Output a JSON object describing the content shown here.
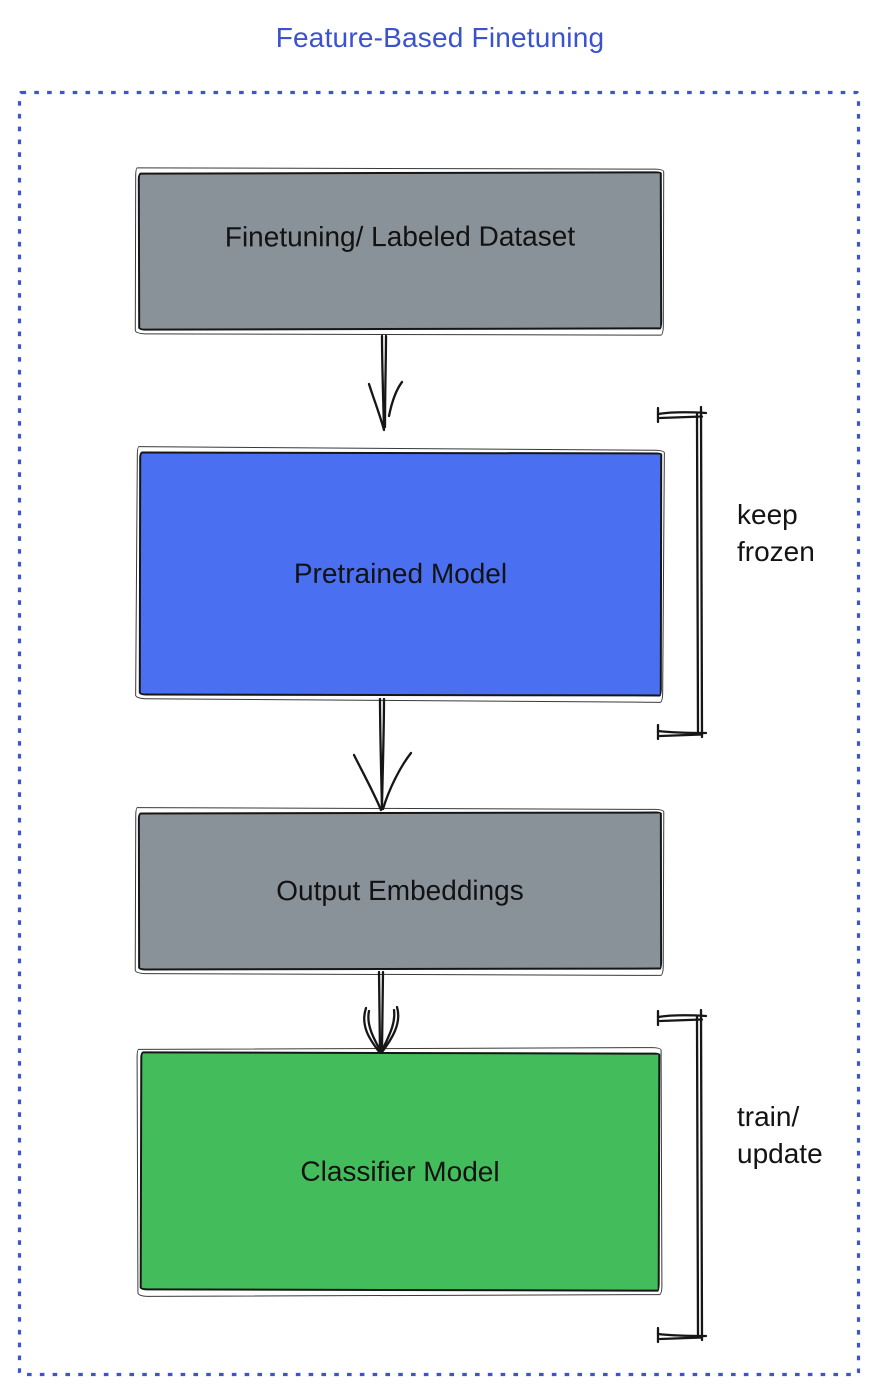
{
  "title": {
    "text": "Feature-Based Finetuning"
  },
  "nodes": [
    {
      "id": "finetuning-dataset",
      "label": "Finetuning/ Labeled Dataset",
      "fill": "#899199"
    },
    {
      "id": "pretrained-model",
      "label": "Pretrained Model",
      "fill": "#4a6ff0"
    },
    {
      "id": "output-embeddings",
      "label": "Output Embeddings",
      "fill": "#899199"
    },
    {
      "id": "classifier-model",
      "label": "Classifier Model",
      "fill": "#43bd5b"
    }
  ],
  "connections": [
    {
      "from": "finetuning-dataset",
      "to": "pretrained-model"
    },
    {
      "from": "pretrained-model",
      "to": "output-embeddings"
    },
    {
      "from": "output-embeddings",
      "to": "classifier-model"
    }
  ],
  "annotations": [
    {
      "id": "keep-frozen",
      "target": "pretrained-model",
      "lines": [
        "keep",
        "frozen"
      ]
    },
    {
      "id": "train-update",
      "target": "classifier-model",
      "lines": [
        "train/",
        "update"
      ]
    }
  ],
  "colors": {
    "title_blue": "#3a52cc",
    "frame_blue": "#3d55c8",
    "ink": "#161616",
    "node_gray": "#899199",
    "node_blue": "#4a6ff0",
    "node_green": "#43bd5b",
    "background": "#ffffff"
  }
}
